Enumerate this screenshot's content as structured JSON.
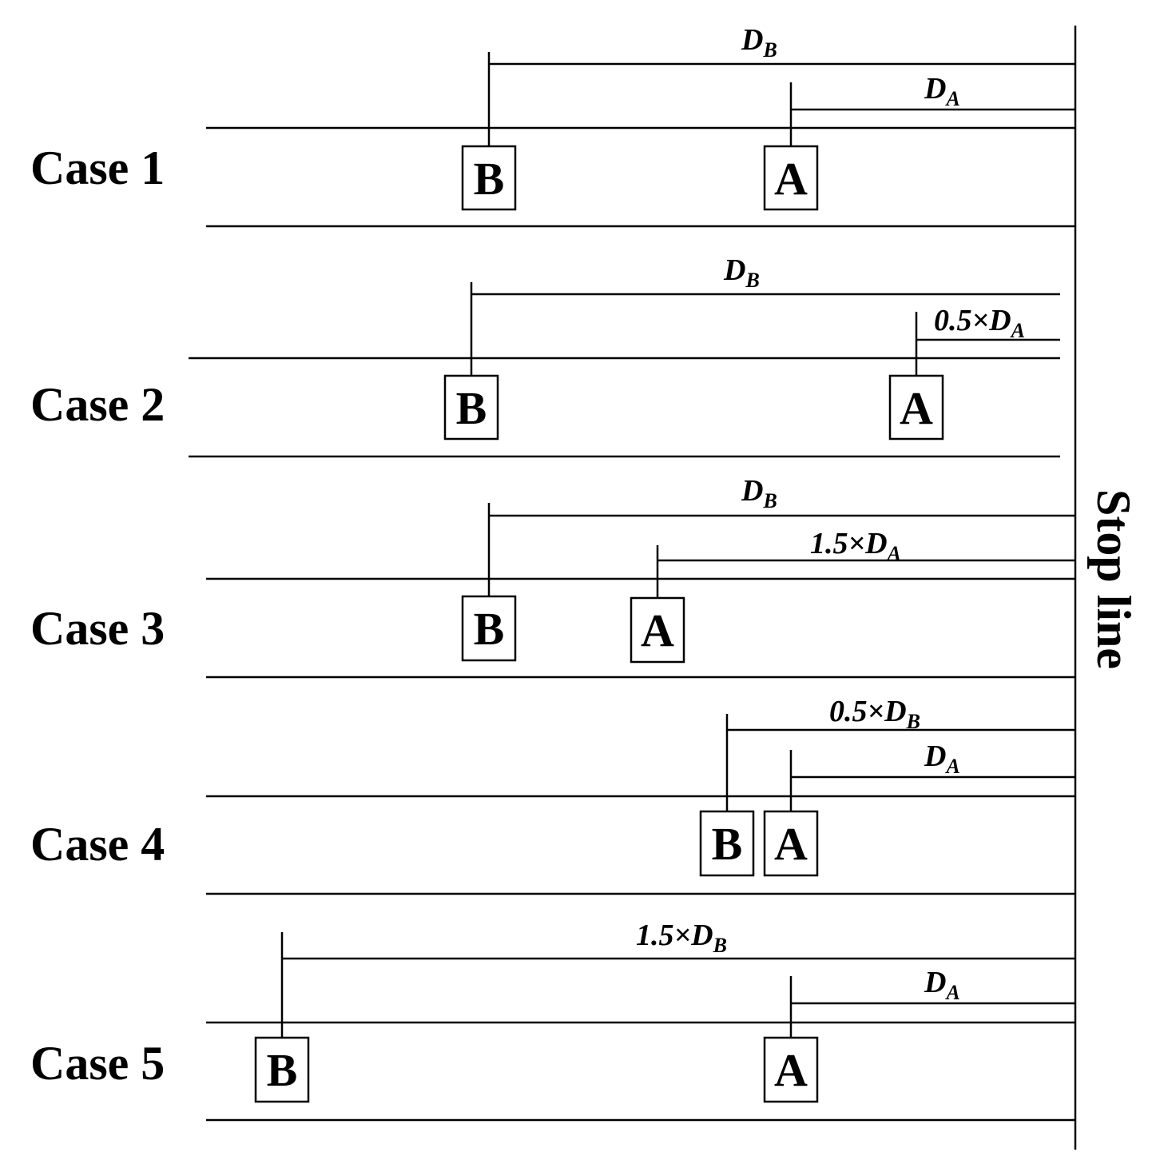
{
  "stop_line": {
    "label": "Stop line"
  },
  "cases": [
    {
      "label": "Case 1",
      "vehicles": {
        "B": "B",
        "A": "A"
      },
      "dims": {
        "B": {
          "prefix": "",
          "letter": "D",
          "sub": "B"
        },
        "A": {
          "prefix": "",
          "letter": "D",
          "sub": "A"
        }
      }
    },
    {
      "label": "Case 2",
      "vehicles": {
        "B": "B",
        "A": "A"
      },
      "dims": {
        "B": {
          "prefix": "",
          "letter": "D",
          "sub": "B"
        },
        "A": {
          "prefix": "0.5×",
          "letter": "D",
          "sub": "A"
        }
      }
    },
    {
      "label": "Case 3",
      "vehicles": {
        "B": "B",
        "A": "A"
      },
      "dims": {
        "B": {
          "prefix": "",
          "letter": "D",
          "sub": "B"
        },
        "A": {
          "prefix": "1.5×",
          "letter": "D",
          "sub": "A"
        }
      }
    },
    {
      "label": "Case 4",
      "vehicles": {
        "B": "B",
        "A": "A"
      },
      "dims": {
        "B": {
          "prefix": "0.5×",
          "letter": "D",
          "sub": "B"
        },
        "A": {
          "prefix": "",
          "letter": "D",
          "sub": "A"
        }
      }
    },
    {
      "label": "Case 5",
      "vehicles": {
        "B": "B",
        "A": "A"
      },
      "dims": {
        "B": {
          "prefix": "1.5×",
          "letter": "D",
          "sub": "B"
        },
        "A": {
          "prefix": "",
          "letter": "D",
          "sub": "A"
        }
      }
    }
  ]
}
